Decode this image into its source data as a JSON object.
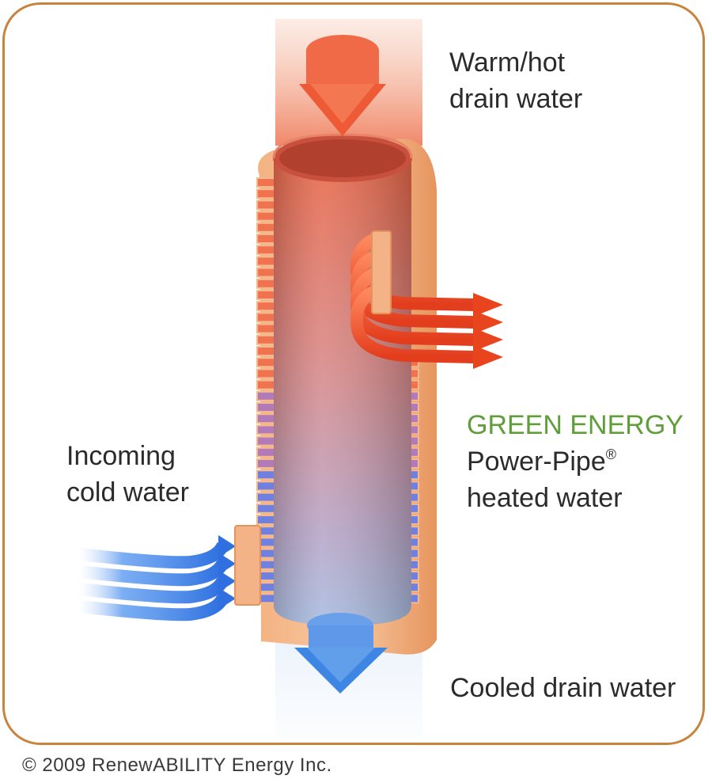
{
  "labels": {
    "warm_line1": "Warm/hot",
    "warm_line2": "drain water",
    "green_title": "GREEN ENERGY",
    "power_pipe": "Power-Pipe",
    "registered": "®",
    "heated_water": "heated water",
    "cold_line1": "Incoming",
    "cold_line2": "cold water",
    "cooled": "Cooled drain water"
  },
  "copyright": "© 2009 RenewABILITY Energy Inc.",
  "colors": {
    "frame": "#c8843e",
    "green_energy": "#5f9e38",
    "hot": "#ef5630",
    "cold": "#3a7fe0",
    "copper": "#f0a66e"
  },
  "icons": {
    "hot_arrow": "down-arrow-icon",
    "cold_arrow": "down-arrow-icon",
    "outlet_arrow": "right-arrow-icon",
    "inlet_arrow": "right-arrow-icon"
  }
}
